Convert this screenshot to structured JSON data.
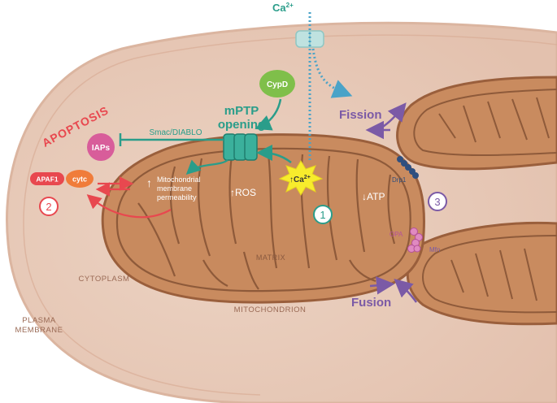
{
  "labels": {
    "ca_top": "Ca",
    "ca_sup": "2+",
    "cypd": "CypD",
    "mptp_line1": "mPTP",
    "mptp_line2": "opening",
    "smac": "Smac/DIABLO",
    "iaps": "IAPs",
    "apoptosis": "APOPTOSIS",
    "apaf1": "APAF1",
    "cytc": "cytc",
    "step2": "2",
    "step1": "1",
    "step3": "3",
    "mmp_line1": "Mitochondrial",
    "mmp_line2": "membrane",
    "mmp_line3": "permeability",
    "ros": "ROS",
    "ca_inner": "Ca",
    "ca_inner_sup": "2+",
    "atp": "ATP",
    "matrix": "MATRIX",
    "mitochondrion": "MITOCHONDRION",
    "cytoplasm": "CYTOPLASM",
    "plasma_line1": "PLASMA",
    "plasma_line2": "MEMBRANE",
    "fission": "Fission",
    "fusion": "Fusion",
    "drp1": "Drp1",
    "opa": "OPA",
    "mfn": "Mfn"
  },
  "colors": {
    "teal": "#2a9d8a",
    "red": "#e8484f",
    "purple": "#7b5aa6",
    "mito_fill": "#c98b5f",
    "mito_outline": "#9a5f3c",
    "cell_fill": "#e7c9b8",
    "cypd_green": "#7fbf4a",
    "iaps_pink": "#d85d9a",
    "ca_yellow": "#f7ec2c",
    "drp1_blue": "#2f4f7f",
    "text_brown": "#9a6a55"
  }
}
